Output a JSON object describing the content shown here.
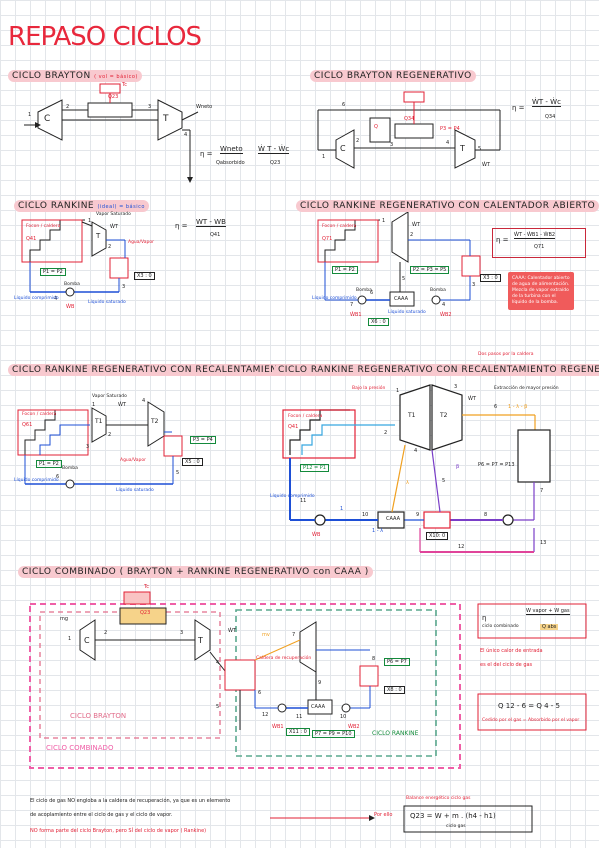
{
  "title": "REPASO CICLOS",
  "sections": {
    "brayton": {
      "heading": "CICLO BRAYTON",
      "heading_note": "( vol = básico)",
      "labels": {
        "p1": "1",
        "p2": "2",
        "p3": "3",
        "p4": "4",
        "c": "C",
        "t": "T",
        "wneto": "Wneto",
        "q23": "Q23",
        "tc": "Tc"
      },
      "eff_lhs": "η =",
      "eff_num1": "Wneto",
      "eff_den1": "Qabsorbido",
      "eff_num2": "Ẇ T - Ẇc",
      "eff_den2": "Q23"
    },
    "brayton_regen": {
      "heading": "CICLO BRAYTON REGENERATIVO",
      "labels": {
        "p1": "1",
        "p2": "2",
        "p3": "3",
        "p4": "4",
        "p5": "5",
        "p6": "6",
        "c": "C",
        "t": "T",
        "q": "Q",
        "q34": "Q34",
        "pp": "P3 = P4",
        "wt": "ẆT"
      },
      "eff_lhs": "η =",
      "eff_num": "ẆT - Ẇc",
      "eff_den": "Q34"
    },
    "rankine": {
      "heading": "CICLO RANKINE",
      "heading_note": "(ideal) = básico",
      "labels": {
        "foco": "Focon / caldera",
        "q41": "Q41",
        "p1": "1",
        "p2": "2",
        "p3": "3",
        "p4": "4",
        "vapor": "Vapor Saturado",
        "agua": "Agua/Vapor",
        "liq": "Líquido comprimido",
        "liq_sat": "Líquido saturado",
        "bomba": "Bomba",
        "p12": "P1 = P2",
        "x3": "X3 : 0",
        "wt": "ẆT",
        "wb": "ẆB",
        "t": "T"
      },
      "eff_lhs": "η =",
      "eff_num": "WT - WB",
      "eff_den": "Q41"
    },
    "rankine_cal": {
      "heading": "CICLO RANKINE REGENERATIVO CON CALENTADOR ABIERTO",
      "labels": {
        "foco": "Focon / caldera",
        "q71": "Q71",
        "p1": "1",
        "p2": "2",
        "p3": "3",
        "p4": "4",
        "p5": "5",
        "p6": "6",
        "p7": "7",
        "caaa": "CAAA",
        "p12": "P1 = P2",
        "p235": "P2 = P3 = P5",
        "x3": "X3 : 0",
        "x6": "X6 : 0",
        "bomba1": "Bomba",
        "bomba2": "Bomba",
        "liq": "Líquido comprimido",
        "liq_sat": "Líquido saturado",
        "wt": "ẆT",
        "wb1": "ẆB1",
        "wb2": "ẆB2"
      },
      "eff_lhs": "η =",
      "eff_num": "ẆT - ẆB1 - ẆB2",
      "eff_den": "Q71",
      "note": "CAAA: Calentador abierto de agua de alimentación. Mezcla de vapor extraído de la turbina con el líquido de la bomba."
    },
    "rankine_recal": {
      "heading": "CICLO RANKINE REGENERATIVO CON RECALENTAMIENTO",
      "labels": {
        "foco": "Focon / caldera",
        "q61": "Q61",
        "p1": "1",
        "p2": "2",
        "p3": "3",
        "p4": "4",
        "p5": "5",
        "p6": "6",
        "t1": "T1",
        "t2": "T2",
        "p12": "P1 = P2",
        "p34": "P3 = P4",
        "x5": "X5 : 0",
        "liq": "Líquido comprimido",
        "liq_sat": "Líquido saturado",
        "bomba": "Bomba",
        "vapor": "Vapor Saturado",
        "agua": "Agua/Vapor",
        "wt": "ẆT"
      }
    },
    "rankine_both": {
      "heading": "CICLO RANKINE REGENERATIVO CON RECALENTAMIENTO REGENERATIVO",
      "heading_highlight": "RECALENTAMIENTO",
      "top_note": "Dos pasos por la caldera",
      "labels": {
        "foco": "Focon / caldera",
        "q41": "Q41",
        "p1": "1",
        "p2": "2",
        "p3": "3",
        "p4": "4",
        "p5": "5",
        "p6": "6",
        "p7": "7",
        "p8": "8",
        "p9": "9",
        "p10": "10",
        "p11": "11",
        "p12": "12",
        "p13": "13",
        "t1": "T1",
        "t2": "T2",
        "caaa": "CAAA",
        "p12e": "P12 = P1",
        "x10": "X10: 0",
        "fl": "1 - λ - β",
        "fb": "β",
        "fa": "λ",
        "fa1": "1 - λ",
        "f1": "1",
        "pres": "P6 = P7 = P13",
        "wt": "ẆT",
        "bajo": "Bajo la presión",
        "extr": "Extracción de mayor presión",
        "liq": "Líquido comprimido",
        "wb": "ẆB"
      }
    },
    "combinado": {
      "heading": "CICLO COMBINADO ( BRAYTON + RANKINE REGENERATIVO con CAAA )",
      "labels": {
        "tc": "Tc",
        "q23": "Q23",
        "m": "mg",
        "p1": "1",
        "p2": "2",
        "p3": "3",
        "p4": "4",
        "p5": "5",
        "p6": "6",
        "p7": "7",
        "p8": "8",
        "p9": "9",
        "p10": "10",
        "p11": "11",
        "p12": "12",
        "c": "C",
        "t": "T",
        "caaa": "CAAA",
        "brayton": "CICLO BRAYTON",
        "combinado": "CICLO COMBINADO",
        "rankine": "CICLO RANKINE",
        "p6p7": "P6 = P7",
        "x8": "X8 : 0",
        "x11": "X11 : 0",
        "p7p9": "P7 = P9 = P10",
        "mv": "mv",
        "wt": "ẆT",
        "wb1": "ẆB1",
        "wb2": "ẆB2",
        "cal": "Caldera de recuperación"
      },
      "eff_lhs": "η",
      "eff_sub": "ciclo combinado",
      "eff_num": "W vapor + W gas",
      "eff_den": "Q abs",
      "calor_line1": "El único calor de entrada",
      "calor_line2": "es el del ciclo de gas",
      "q_eq": "Q 12 - 6 = Q 4 - 5",
      "q_note": "Cedido por el gas = Absorbido por el vapor",
      "balance_title": "Balance energético ciclo gas",
      "balance": "Q23 = W + m . (h4 - h1)",
      "balance_sub": "ciclo gas",
      "bottom1": "El ciclo de gas NO engloba a la caldera de recuperación, ya que es un elemento",
      "bottom2": "de acoplamiento entre el ciclo de gas y el ciclo de vapor.",
      "bottom2_right": "Por ello",
      "bottom3": "NO forma parte del ciclo Brayton, pero SÍ del ciclo de vapor ( Rankine)"
    }
  },
  "colors": {
    "red": "#e22035",
    "blue": "#1d4fd6",
    "green": "#138a3b",
    "pink": "#ef5fa7",
    "teal": "#5aa88d",
    "orange": "#f0a020",
    "gray": "#222222",
    "salmon": "#f05b5b"
  }
}
